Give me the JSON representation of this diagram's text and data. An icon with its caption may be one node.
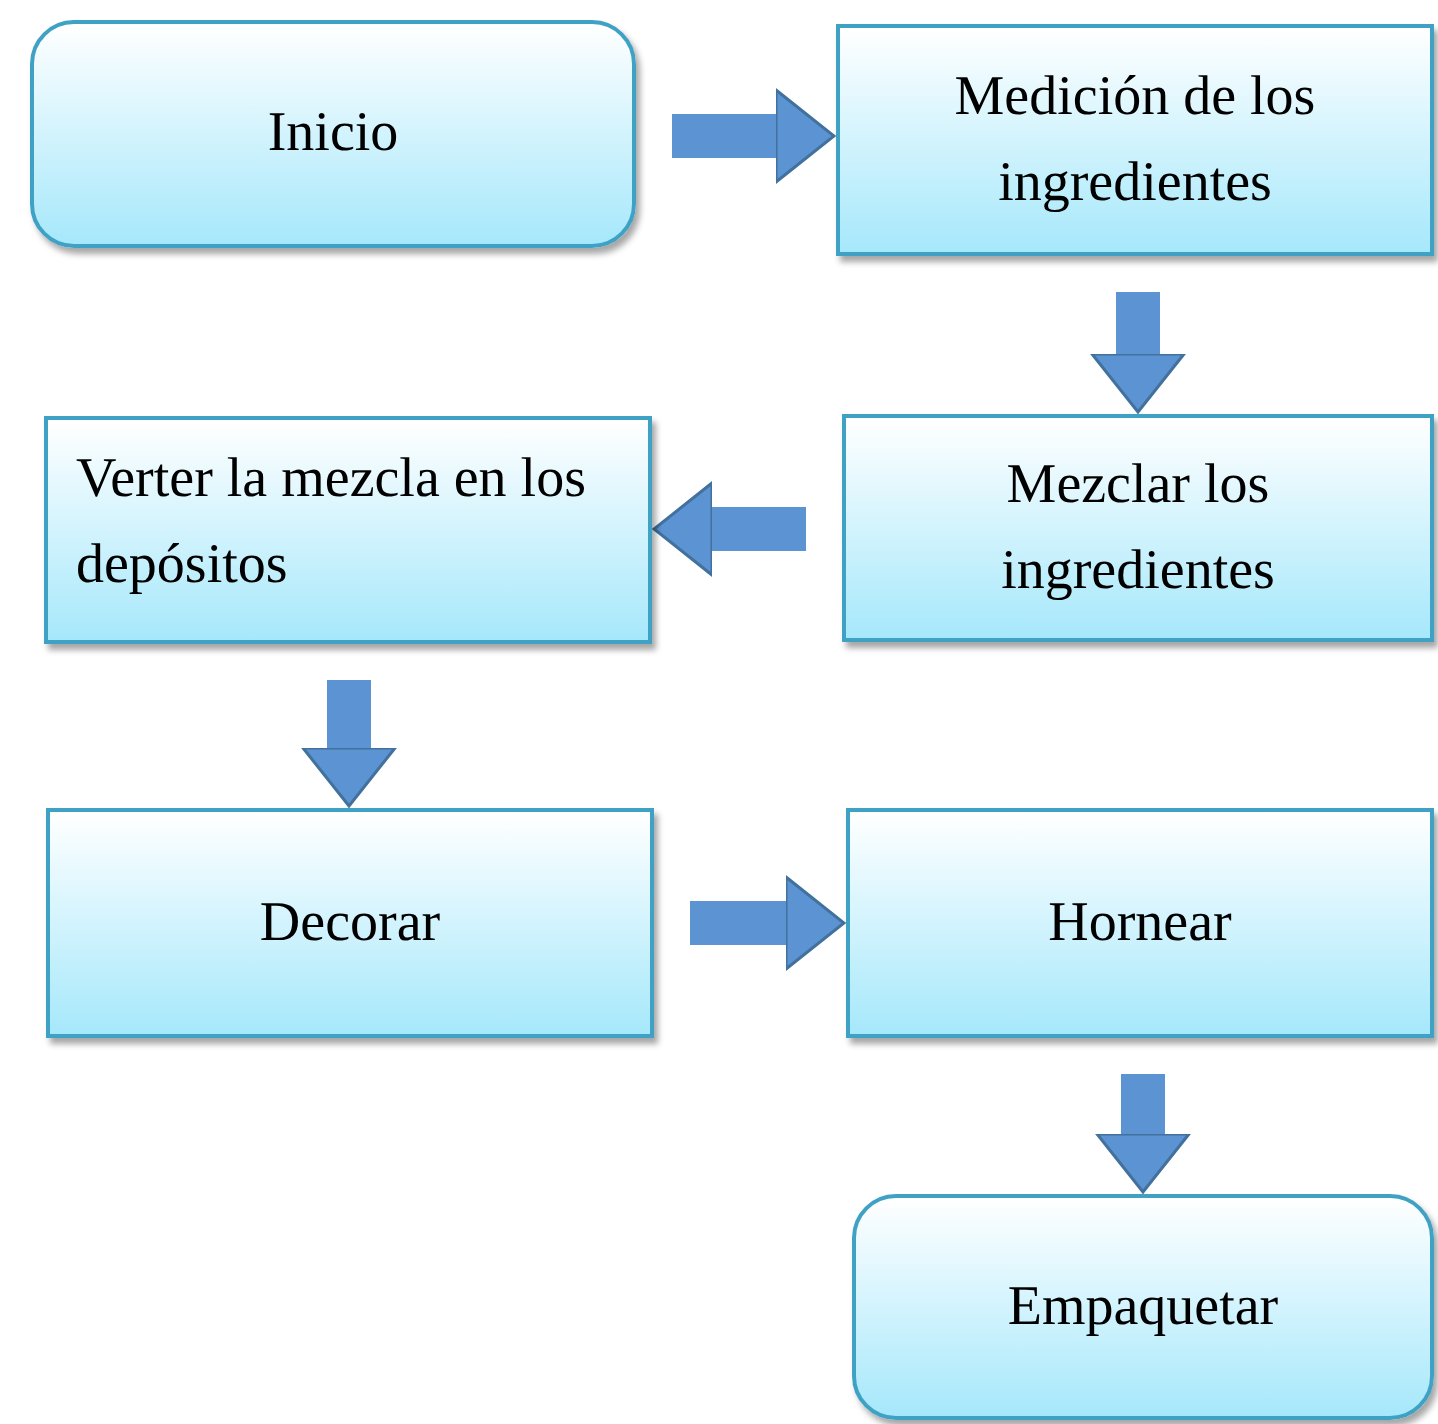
{
  "diagram": {
    "nodes": [
      {
        "text": [
          "Inicio"
        ]
      },
      {
        "text": [
          "Medición de los ingredientes"
        ]
      },
      {
        "text": [
          "Mezclar los ingredientes"
        ]
      },
      {
        "text": [
          "Verter la mezcla en los depósitos"
        ]
      },
      {
        "text": [
          "Decorar"
        ]
      },
      {
        "text": [
          "Hornear"
        ]
      },
      {
        "text": [
          "Empaquetar"
        ]
      }
    ],
    "edges": [
      {
        "from": 0,
        "to": 1,
        "arrow": "to"
      },
      {
        "from": 1,
        "to": 2,
        "arrow": "to"
      },
      {
        "from": 2,
        "to": 3,
        "arrow": "to"
      },
      {
        "from": 3,
        "to": 4,
        "arrow": "to"
      },
      {
        "from": 4,
        "to": 5,
        "arrow": "to"
      },
      {
        "from": 5,
        "to": 6,
        "arrow": "to"
      }
    ]
  }
}
